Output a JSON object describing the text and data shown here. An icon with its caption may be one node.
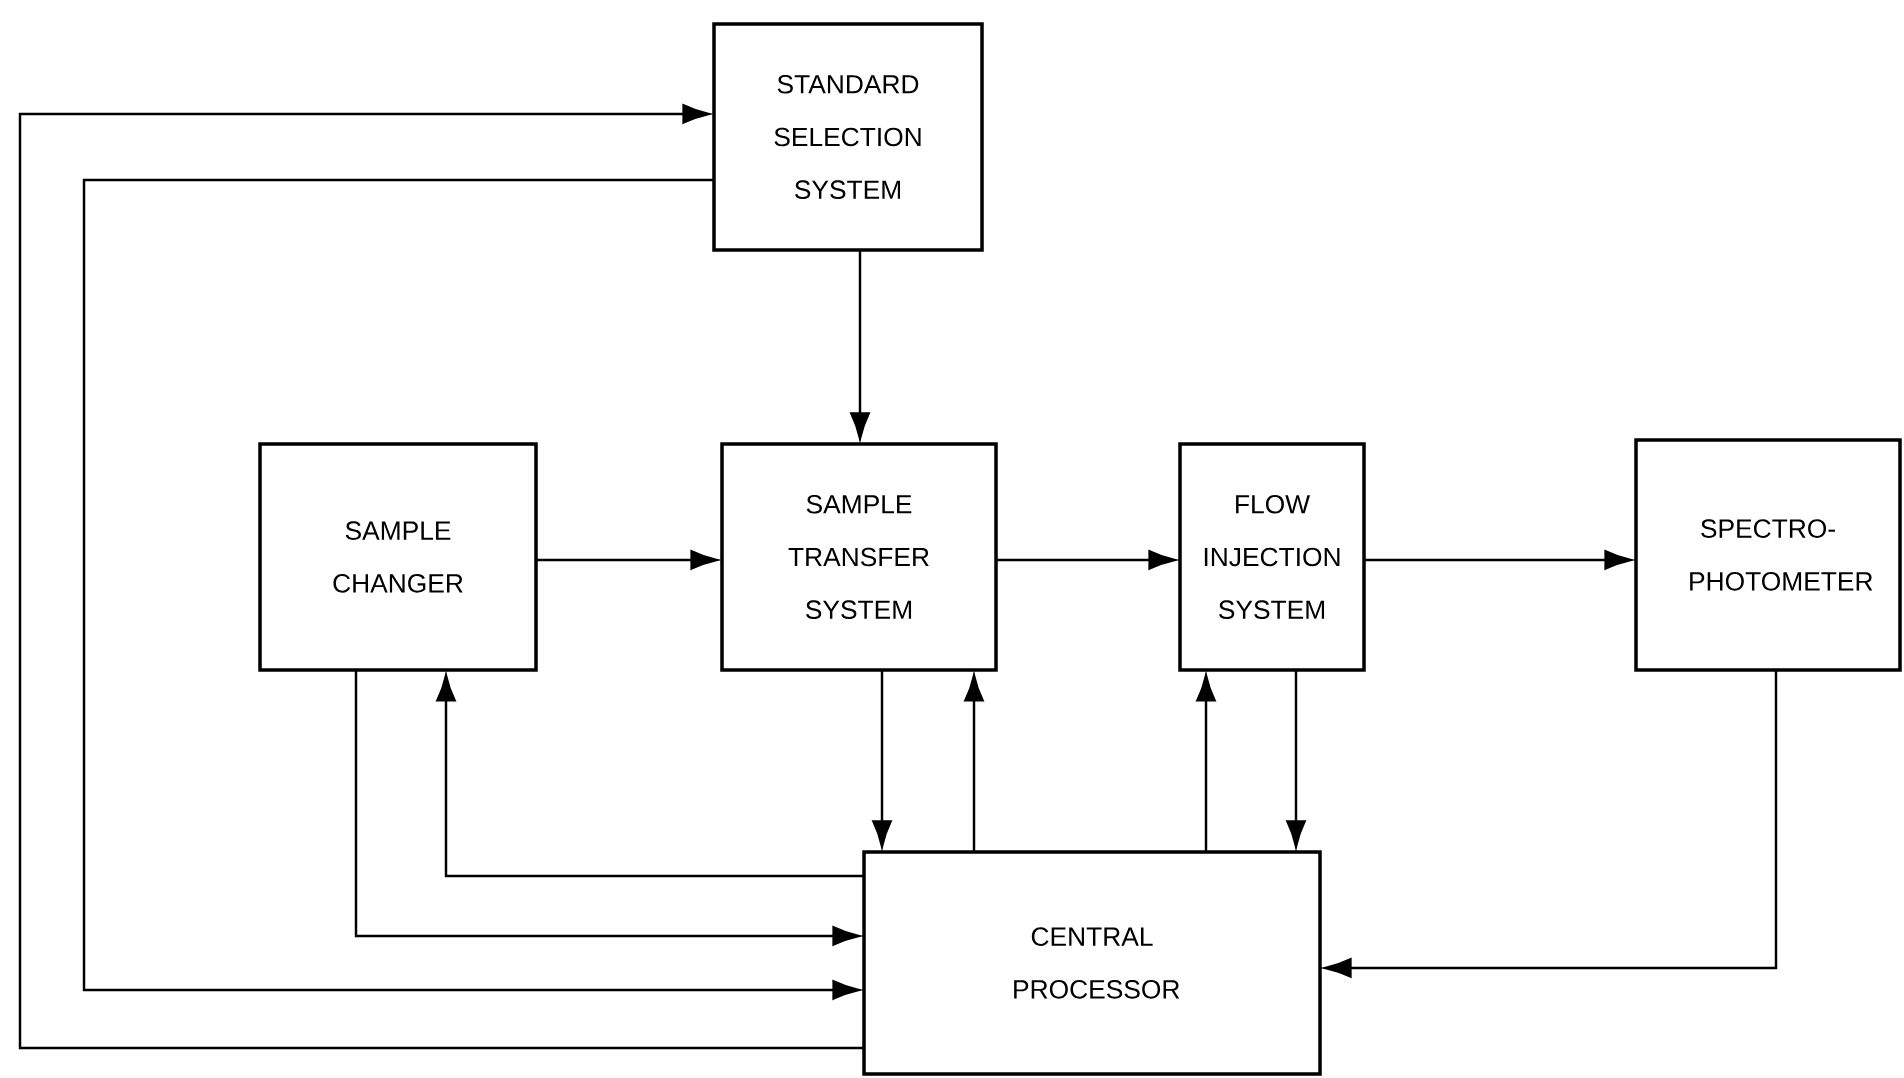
{
  "diagram": {
    "nodes": [
      {
        "text": [
          "STANDARD SELECTION SYSTEM"
        ]
      },
      {
        "text": [
          "SAMPLE CHANGER"
        ]
      },
      {
        "text": [
          "SAMPLE TRANSFER SYSTEM"
        ]
      },
      {
        "text": [
          "FLOW INJECTION SYSTEM"
        ]
      },
      {
        "text": [
          "SPECTRO- PHOTOMETER"
        ]
      },
      {
        "text": [
          "CENTRAL PROCESSOR"
        ]
      }
    ],
    "edges": [
      {
        "from": 5,
        "to": 0,
        "arrow": "to"
      },
      {
        "from": 0,
        "to": 5,
        "arrow": "to"
      },
      {
        "from": 0,
        "to": 2,
        "arrow": "to"
      },
      {
        "from": 1,
        "to": 2,
        "arrow": "to"
      },
      {
        "from": 2,
        "to": 3,
        "arrow": "to"
      },
      {
        "from": 3,
        "to": 4,
        "arrow": "to"
      },
      {
        "from": 1,
        "to": 5,
        "arrow": "to"
      },
      {
        "from": 5,
        "to": 1,
        "arrow": "to"
      },
      {
        "from": 2,
        "to": 5,
        "arrow": "to"
      },
      {
        "from": 5,
        "to": 2,
        "arrow": "to"
      },
      {
        "from": 5,
        "to": 3,
        "arrow": "to"
      },
      {
        "from": 3,
        "to": 5,
        "arrow": "to"
      },
      {
        "from": 4,
        "to": 5,
        "arrow": "to"
      }
    ]
  }
}
